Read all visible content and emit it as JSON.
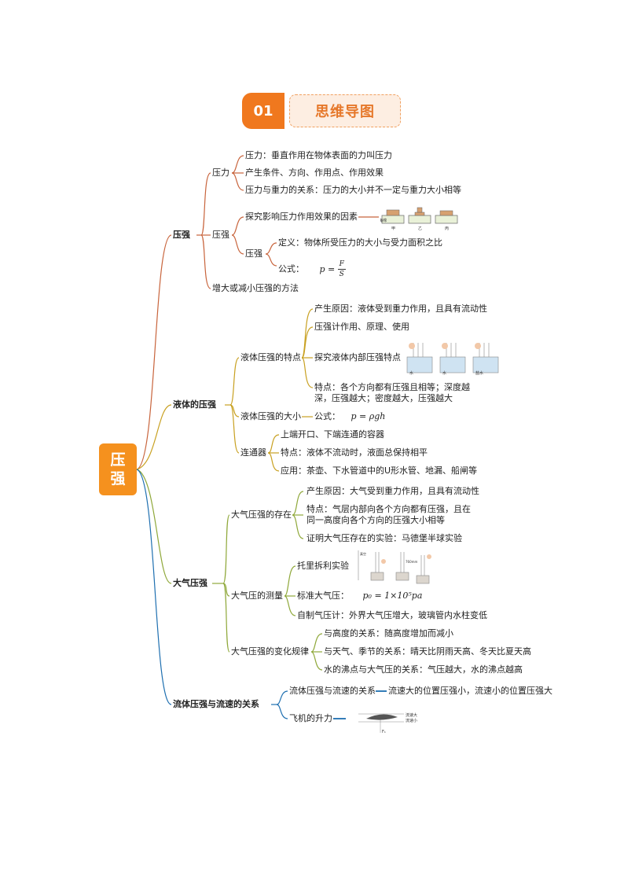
{
  "header": {
    "number": "01",
    "title": "思维导图"
  },
  "root": {
    "line1": "压",
    "line2": "强"
  },
  "colors": {
    "accent": "#f5911e",
    "pressure": "#c8643c",
    "liquid": "#c8a020",
    "air": "#8fa83a",
    "flow": "#1e6fb0"
  },
  "pressure": {
    "title": "压强",
    "force": {
      "title": "压力",
      "items": [
        "压力：垂直作用在物体表面的力叫压力",
        "产生条件、方向、作用点、作用效果",
        "压力与重力的关系：压力的大小并不一定与重力大小相等"
      ]
    },
    "strength": {
      "title": "压强",
      "explore": "探究影响压力作用效果的因素",
      "fig_labels": [
        "海绵",
        "甲",
        "乙",
        "丙"
      ],
      "sub_title": "压强",
      "definition": "定义：物体所受压力的大小与受力面积之比",
      "formula_label": "公式：",
      "formula_lhs": "p =",
      "formula_num": "F",
      "formula_den": "S"
    },
    "methods": "增大或减小压强的方法"
  },
  "liquid": {
    "title": "液体的压强",
    "features": {
      "title": "液体压强的特点",
      "items": [
        "产生原因：液体受到重力作用，且具有流动性",
        "压强计作用、原理、使用",
        "探究液体内部压强特点"
      ],
      "fig_labels": [
        "水",
        "水",
        "盐水"
      ],
      "trait": "特点：各个方向都有压强且相等；深度越深，压强越大；密度越大，压强越大"
    },
    "size": {
      "title": "液体压强的大小",
      "formula_label": "公式：",
      "formula": "p = ρgh"
    },
    "vessel": {
      "title": "连通器",
      "items": [
        "上端开口、下端连通的容器",
        "特点：液体不流动时，液面总保持相平",
        "应用：茶壶、下水管道中的U形水管、地漏、船闸等"
      ]
    }
  },
  "air": {
    "title": "大气压强",
    "existence": {
      "title": "大气压强的存在",
      "cause": "产生原因：大气受到重力作用，且具有流动性",
      "trait": "特点：气层内部向各个方向都有压强，且在同一高度向各个方向的压强大小相等",
      "proof": "证明大气压存在的实验：马德堡半球实验"
    },
    "measure": {
      "title": "大气压的测量",
      "torricelli": "托里拆利实验",
      "fig_labels": [
        "真空",
        "760mm"
      ],
      "standard_label": "标准大气压：",
      "standard_value": "p₀ = 1×10⁵pa",
      "barometer": "自制气压计：外界大气压增大，玻璃管内水柱变低"
    },
    "change": {
      "title": "大气压强的变化规律",
      "items": [
        "与高度的关系：随高度增加而减小",
        "与天气、季节的关系：晴天比阴雨天高、冬天比夏天高",
        "水的沸点与大气压的关系：气压越大，水的沸点越高"
      ]
    }
  },
  "flow": {
    "title": "流体压强与流速的关系",
    "relation": "流体压强与流速的关系",
    "relation_detail": "流速大的位置压强小，流速小的位置压强大",
    "lift": "飞机的升力",
    "fig_labels": [
      "流速大",
      "流速小",
      "F₁"
    ]
  }
}
